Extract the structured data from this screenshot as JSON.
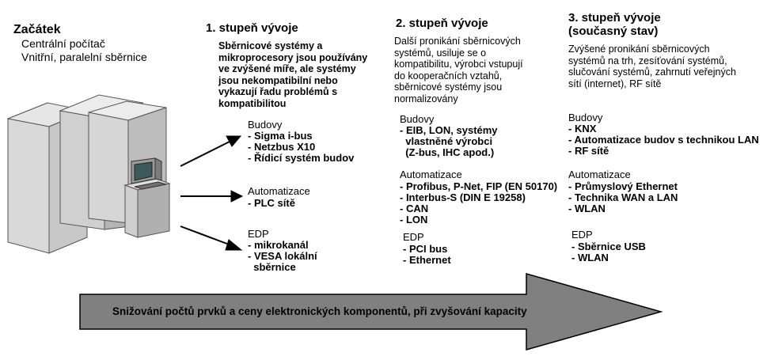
{
  "start": {
    "title": "Začátek",
    "line1": "Centrální počítač",
    "line2": "Vnitřní, paralelní sběrnice"
  },
  "stage1": {
    "title": "1. stupeň vývoje",
    "desc": "Sběrnicové systémy a\nmikroprocesory jsou používány\nve zvýšené míře, ale systémy\njsou nekompatibilní nebo\nvykazují řadu problémů s\nkompatibilitou",
    "budovy": {
      "heading": "Budovy",
      "items": [
        "- Sigma i-bus",
        "- Netzbus X10",
        "- Řídicí systém budov"
      ]
    },
    "automatizace": {
      "heading": "Automatizace",
      "items": [
        "- PLC sítě"
      ]
    },
    "edp": {
      "heading": "EDP",
      "items": [
        "- mikrokanál",
        "- VESA lokální",
        "  sběrnice"
      ]
    }
  },
  "stage2": {
    "title": "2. stupeň vývoje",
    "desc": "Další pronikání sběrnicových\nsystémů, usiluje se o\nkompatibilitu, výrobci vstupují\ndo kooperačních vztahů,\nsběrnicové systémy jsou\nnormalizovány",
    "budovy": {
      "heading": "Budovy",
      "items": [
        "- EIB, LON, systémy",
        "  vlastněné výrobci",
        "  (Z-bus, IHC apod.)"
      ]
    },
    "automatizace": {
      "heading": "Automatizace",
      "items": [
        "- Profibus, P-Net, FIP (EN 50170)",
        "- Interbus-S (DIN E 19258)",
        "- CAN",
        "- LON"
      ]
    },
    "edp": {
      "heading": "EDP",
      "items": [
        "- PCI bus",
        "- Ethernet"
      ]
    }
  },
  "stage3": {
    "title": "3. stupeň vývoje",
    "subtitle": "(současný stav)",
    "desc": "Zvýšené pronikání sběrnicových\nsystémů na trh, zesíťování systémů,\nslučování systémů, zahrnutí veřejných\nsítí (internet), RF sítě",
    "budovy": {
      "heading": "Budovy",
      "items": [
        "- KNX",
        "- Automatizace budov s technikou LAN",
        "- RF sítě"
      ]
    },
    "automatizace": {
      "heading": "Automatizace",
      "items": [
        "- Průmyslový Ethernet",
        "- Technika WAN a LAN",
        "- WLAN"
      ]
    },
    "edp": {
      "heading": "EDP",
      "items": [
        "- Sběrnice USB",
        "- WLAN"
      ]
    }
  },
  "arrow": {
    "label": "Snižování počtů prvků a ceny elektronických komponentů, při zvyšování kapacity",
    "fill": "#808080"
  }
}
